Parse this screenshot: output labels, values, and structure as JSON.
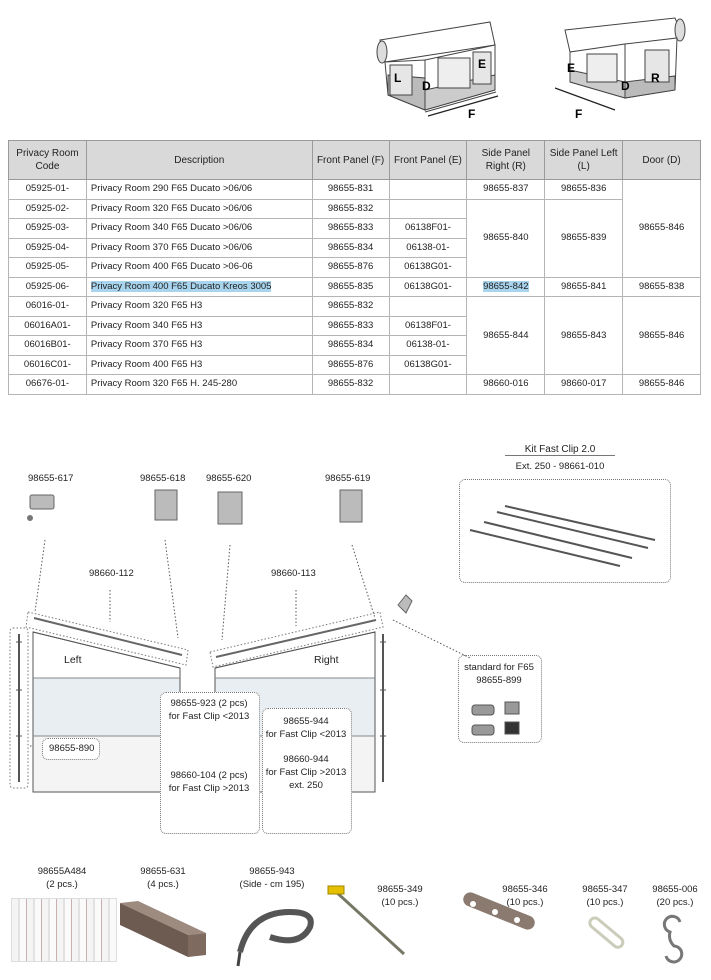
{
  "diagram_labels": {
    "left": {
      "L": "L",
      "D": "D",
      "E": "E",
      "F": "F"
    },
    "right": {
      "E": "E",
      "D": "D",
      "R": "R",
      "F": "F"
    }
  },
  "table": {
    "headers": [
      "Privacy Room Code",
      "Description",
      "Front Panel (F)",
      "Front Panel (E)",
      "Side Panel Right (R)",
      "Side Panel Left (L)",
      "Door (D)"
    ],
    "rows": [
      {
        "code": "05925-01-",
        "desc": "Privacy Room 290 F65 Ducato >06/06",
        "f": "98655-831",
        "e": "",
        "r": "98655-837",
        "l": "98655-836",
        "d": "98655-846"
      },
      {
        "code": "05925-02-",
        "desc": "Privacy Room 320 F65 Ducato >06/06",
        "f": "98655-832",
        "e": "",
        "r": "98655-840",
        "l": "98655-839",
        "d": ""
      },
      {
        "code": "05925-03-",
        "desc": "Privacy Room 340 F65 Ducato >06/06",
        "f": "98655-833",
        "e": "06138F01-",
        "r": "",
        "l": "",
        "d": ""
      },
      {
        "code": "05925-04-",
        "desc": "Privacy Room 370 F65 Ducato >06/06",
        "f": "98655-834",
        "e": "06138-01-",
        "r": "",
        "l": "",
        "d": ""
      },
      {
        "code": "05925-05-",
        "desc": "Privacy Room 400 F65 Ducato >06-06",
        "f": "98655-876",
        "e": "06138G01-",
        "r": "",
        "l": "",
        "d": ""
      },
      {
        "code": "05925-06-",
        "desc": "Privacy Room 400 F65 Ducato Kreos 3005",
        "f": "98655-835",
        "e": "06138G01-",
        "r": "98655-842",
        "l": "98655-841",
        "d": "98655-838"
      },
      {
        "code": "06016-01-",
        "desc": "Privacy Room 320 F65 H3",
        "f": "98655-832",
        "e": "",
        "r": "98655-844",
        "l": "98655-843",
        "d": "98655-846"
      },
      {
        "code": "06016A01-",
        "desc": "Privacy Room 340 F65 H3",
        "f": "98655-833",
        "e": "06138F01-",
        "r": "",
        "l": "",
        "d": ""
      },
      {
        "code": "06016B01-",
        "desc": "Privacy Room 370 F65 H3",
        "f": "98655-834",
        "e": "06138-01-",
        "r": "",
        "l": "",
        "d": ""
      },
      {
        "code": "06016C01-",
        "desc": "Privacy Room 400 F65 H3",
        "f": "98655-876",
        "e": "06138G01-",
        "r": "",
        "l": "",
        "d": ""
      },
      {
        "code": "06676-01-",
        "desc": "Privacy Room 320 F65 H. 245-280",
        "f": "98655-832",
        "e": "",
        "r": "98660-016",
        "l": "98660-017",
        "d": "98655-846"
      }
    ]
  },
  "parts": {
    "p617": "98655-617",
    "p618": "98655-618",
    "p620": "98655-620",
    "p619": "98655-619",
    "p112": "98660-112",
    "p113": "98660-113",
    "left": "Left",
    "right": "Right",
    "p890": "98655-890",
    "p923": "98655-923 (2 pcs)",
    "p923b": "for Fast Clip <2013",
    "p104": "98660-104 (2 pcs)",
    "p104b": "for Fast Clip >2013",
    "p944": "98655-944",
    "p944b": "for Fast Clip <2013",
    "p944n": "98660-944",
    "p944nb": "for Fast Clip >2013",
    "p944nc": "ext. 250",
    "kit_title": "Kit Fast Clip 2.0",
    "kit_code": "Ext. 250 - 98661-010",
    "std1": "standard for F65",
    "std2": "98655-899"
  },
  "accessories": [
    {
      "code": "98655A484",
      "qty": "(2 pcs.)"
    },
    {
      "code": "98655-631",
      "qty": "(4 pcs.)"
    },
    {
      "code": "98655-943",
      "qty": "(Side - cm 195)"
    },
    {
      "code": "98655-349",
      "qty": "(10 pcs.)"
    },
    {
      "code": "98655-346",
      "qty": "(10 pcs.)"
    },
    {
      "code": "98655-347",
      "qty": "(10 pcs.)"
    },
    {
      "code": "98655-006",
      "qty": "(20 pcs.)"
    }
  ]
}
